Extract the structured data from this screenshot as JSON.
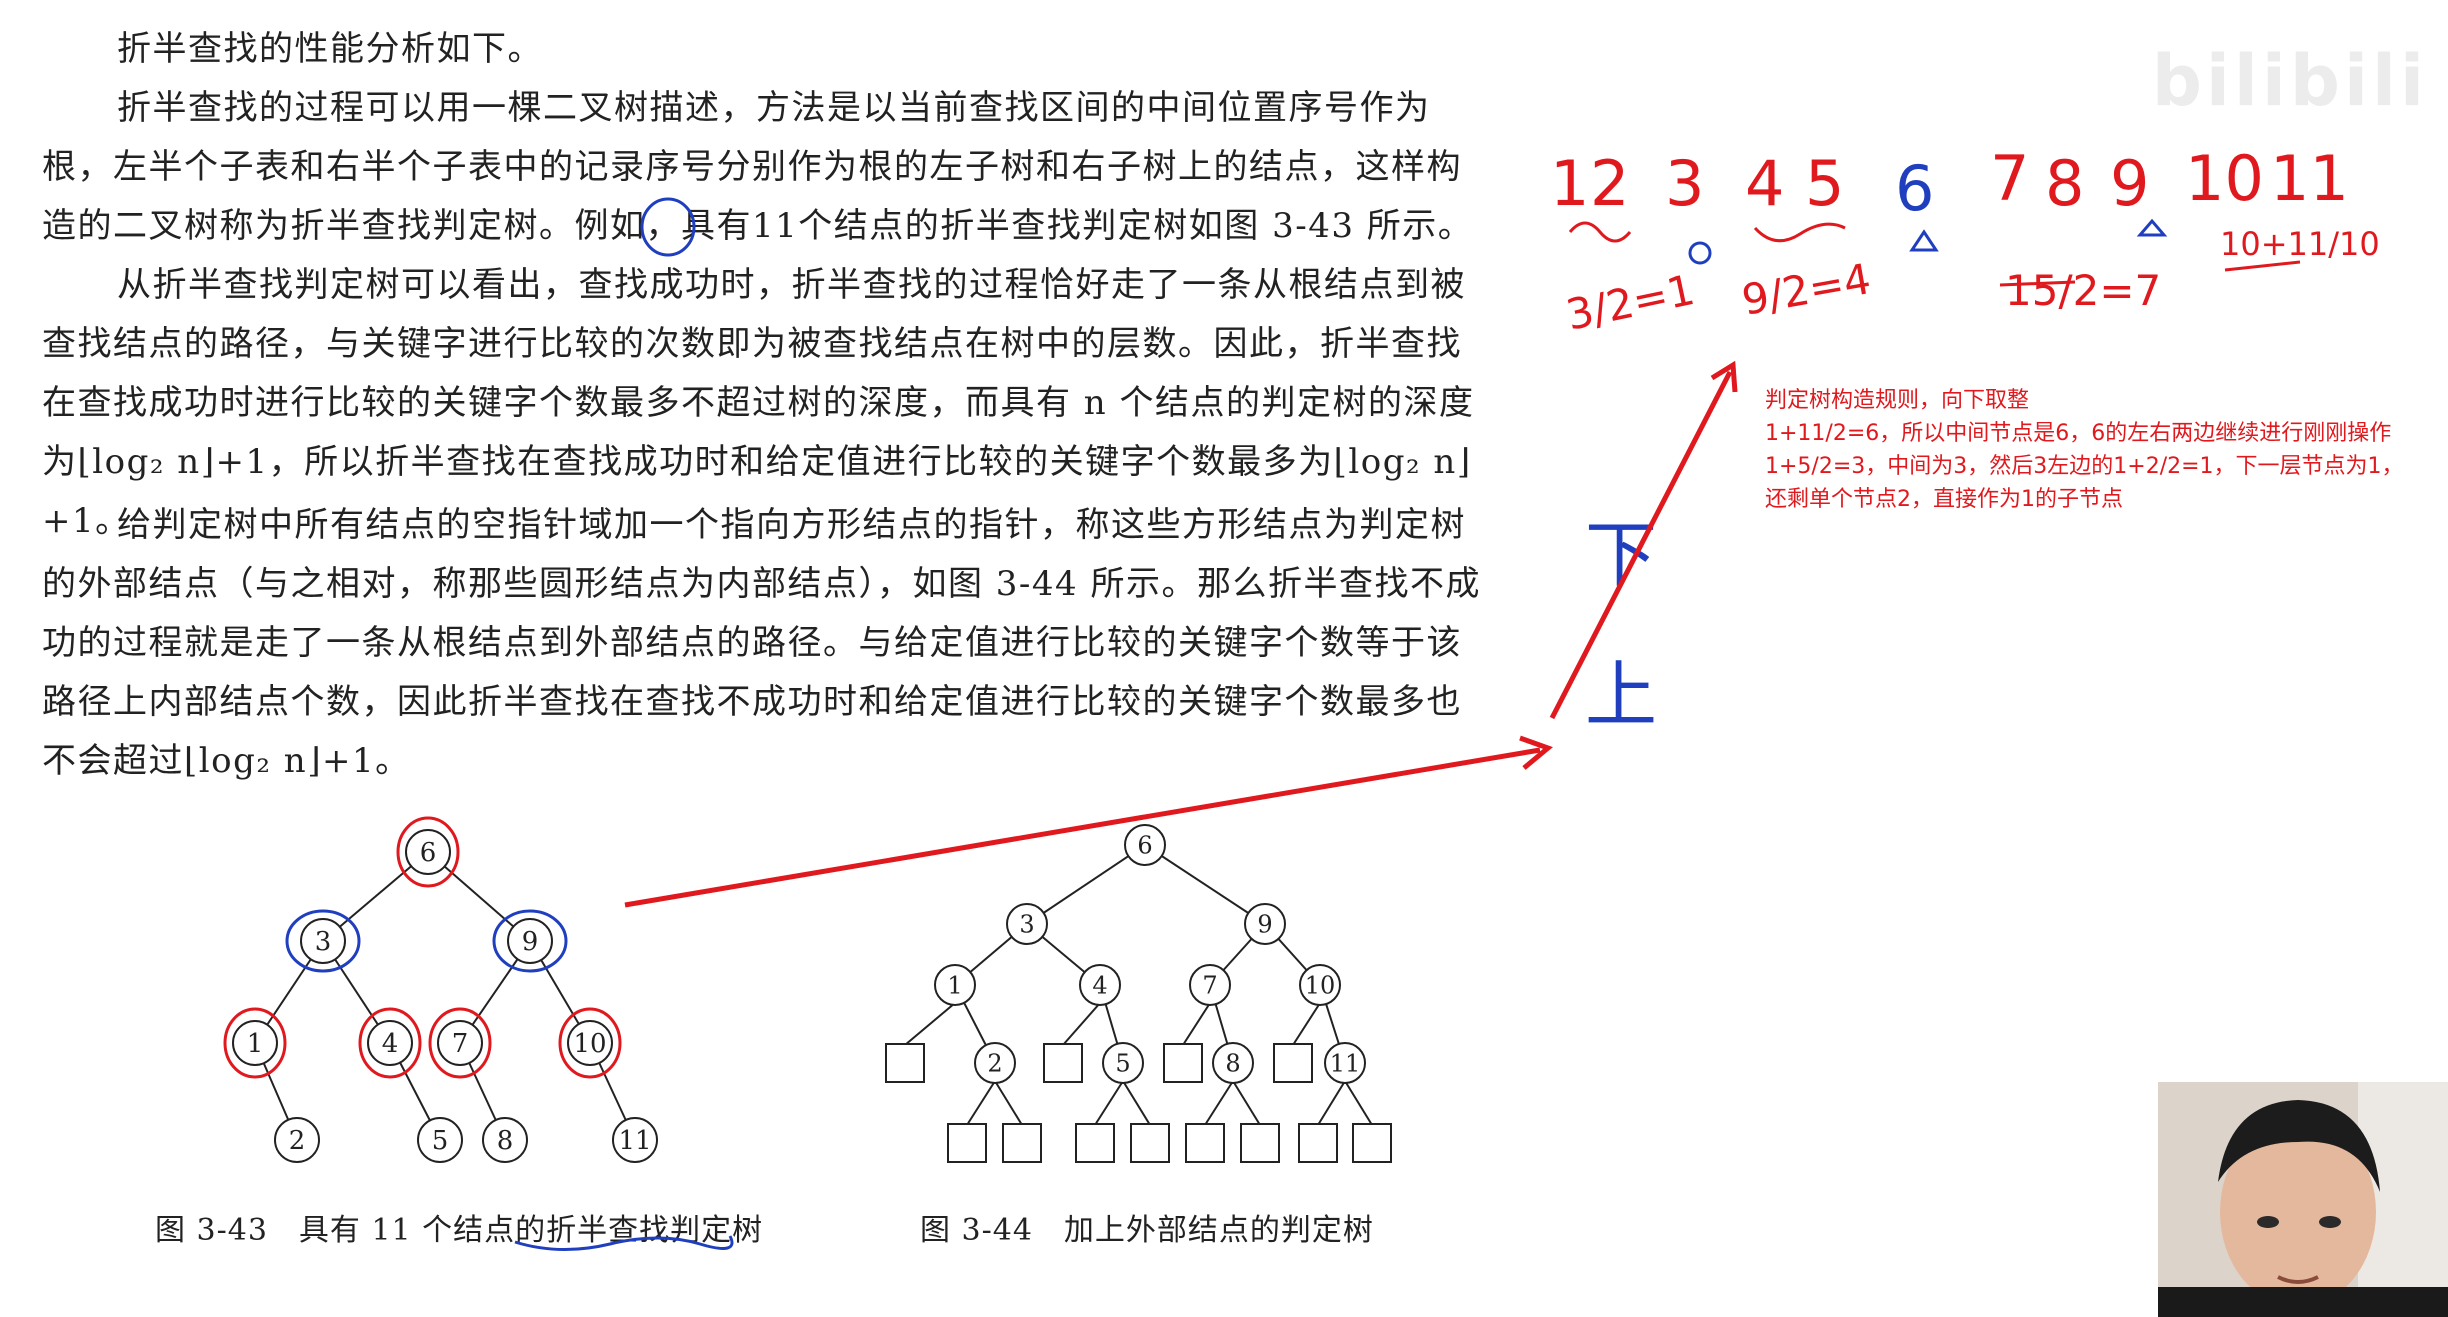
{
  "paragraphs": {
    "p1": "折半查找的性能分析如下。",
    "p2": "折半查找的过程可以用一棵二叉树描述，方法是以当前查找区间的中间位置序号作为根，左半个子表和右半个子表中的记录序号分别作为根的左子树和右子树上的结点，这样构造的二叉树称为折半查找判定树。例如，具有11个结点的折半查找判定树如图 3-43 所示。",
    "p3": "从折半查找判定树可以看出，查找成功时，折半查找的过程恰好走了一条从根结点到被查找结点的路径，与关键字进行比较的次数即为被查找结点在树中的层数。因此，折半查找在查找成功时进行比较的关键字个数最多不超过树的深度，而具有 n 个结点的判定树的深度为⌊log₂ n⌋+1，所以折半查找在查找成功时和给定值进行比较的关键字个数最多为⌊log₂ n⌋+1。",
    "p4": "给判定树中所有结点的空指针域加一个指向方形结点的指针，称这些方形结点为判定树的外部结点（与之相对，称那些圆形结点为内部结点），如图 3-44 所示。那么折半查找不成功的过程就是走了一条从根结点到外部结点的路径。与给定值进行比较的关键字个数等于该路径上内部结点个数，因此折半查找在查找不成功时和给定值进行比较的关键字个数最多也不会超过⌊log₂ n⌋+1。"
  },
  "figure_43": {
    "caption": "图 3-43　具有 11 个结点的折半查找判定树",
    "nodes": [
      "6",
      "3",
      "9",
      "1",
      "4",
      "7",
      "10",
      "2",
      "5",
      "8",
      "11"
    ]
  },
  "figure_44": {
    "caption": "图 3-44　加上外部结点的判定树",
    "nodes": [
      "6",
      "3",
      "9",
      "1",
      "4",
      "7",
      "10",
      "2",
      "5",
      "8",
      "11"
    ]
  },
  "handwriting": {
    "sequence": [
      "1",
      "2",
      "3",
      "4",
      "5",
      "6",
      "7",
      "8",
      "9",
      "10",
      "11"
    ],
    "calc1": "3/2=1",
    "calc2": "9/2=4",
    "calc3": "15/2=7",
    "calc4": "10+11/10",
    "down": "下",
    "up": "上"
  },
  "note_lines": [
    "判定树构造规则，向下取整",
    "1+11/2=6，所以中间节点是6，6的左右两边继续进行刚刚操作",
    "1+5/2=3，中间为3，然后3左边的1+2/2=1，下一层节点为1，",
    "还剩单个节点2，直接作为1的子节点"
  ],
  "watermark": "bilibili",
  "colors": {
    "annotation_red": "#e0191e",
    "annotation_blue": "#1f3fbf",
    "text": "#222222"
  }
}
